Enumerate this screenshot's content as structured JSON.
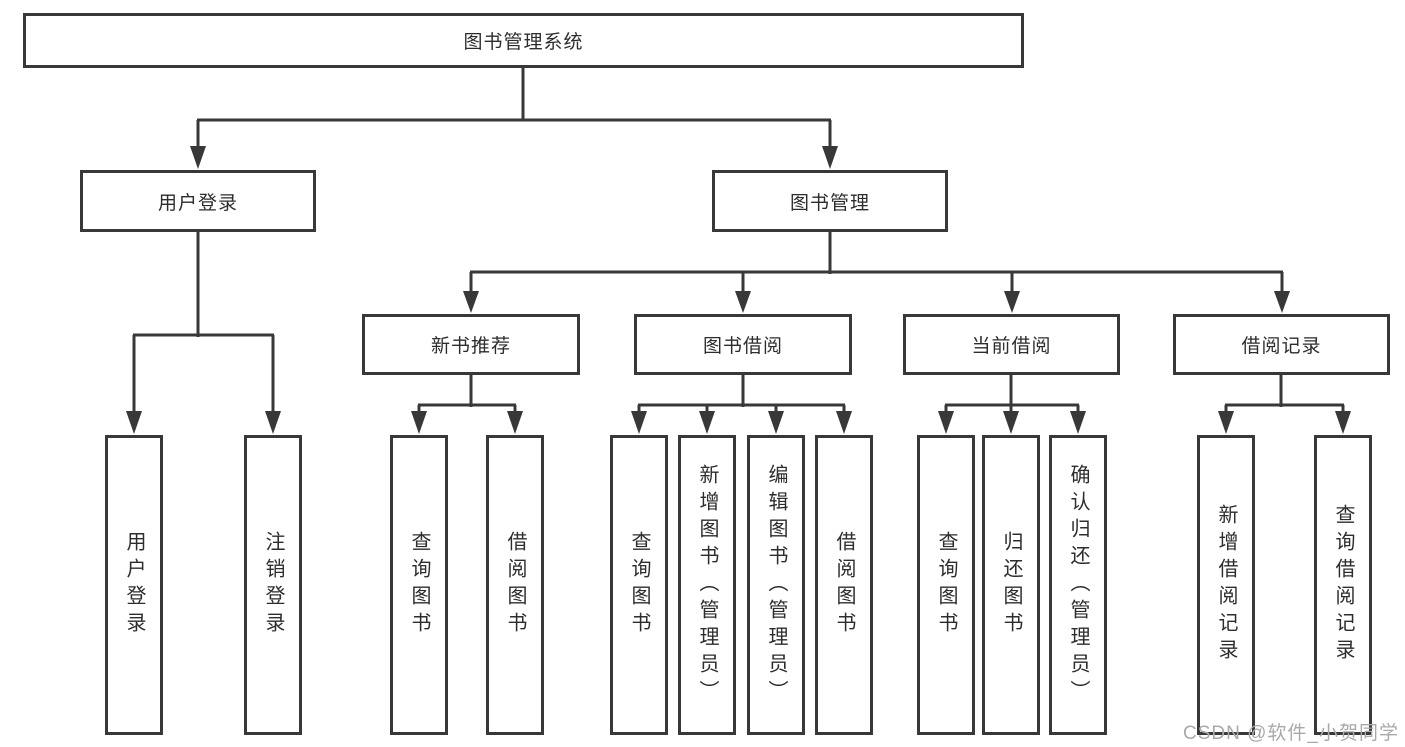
{
  "root": {
    "label": "图书管理系统"
  },
  "branches": {
    "user_login": {
      "label": "用户登录"
    },
    "book_mgmt": {
      "label": "图书管理"
    }
  },
  "sections": {
    "new_books": {
      "label": "新书推荐"
    },
    "borrowing": {
      "label": "图书借阅"
    },
    "current": {
      "label": "当前借阅"
    },
    "records": {
      "label": "借阅记录"
    }
  },
  "leaves": {
    "user_login": [
      "用户登录",
      "注销登录"
    ],
    "new_books": [
      "查询图书",
      "借阅图书"
    ],
    "borrowing": [
      "查询图书",
      "新增图书（管理员）",
      "编辑图书（管理员）",
      "借阅图书"
    ],
    "current": [
      "查询图书",
      "归还图书",
      "确认归还（管理员）"
    ],
    "records": [
      "新增借阅记录",
      "查询借阅记录"
    ]
  },
  "watermark": "CSDN @软件_小贺同学",
  "colors": {
    "line": "#383838",
    "text": "#2d2d2d",
    "watermark": "#a9a9a9",
    "background": "#ffffff"
  }
}
